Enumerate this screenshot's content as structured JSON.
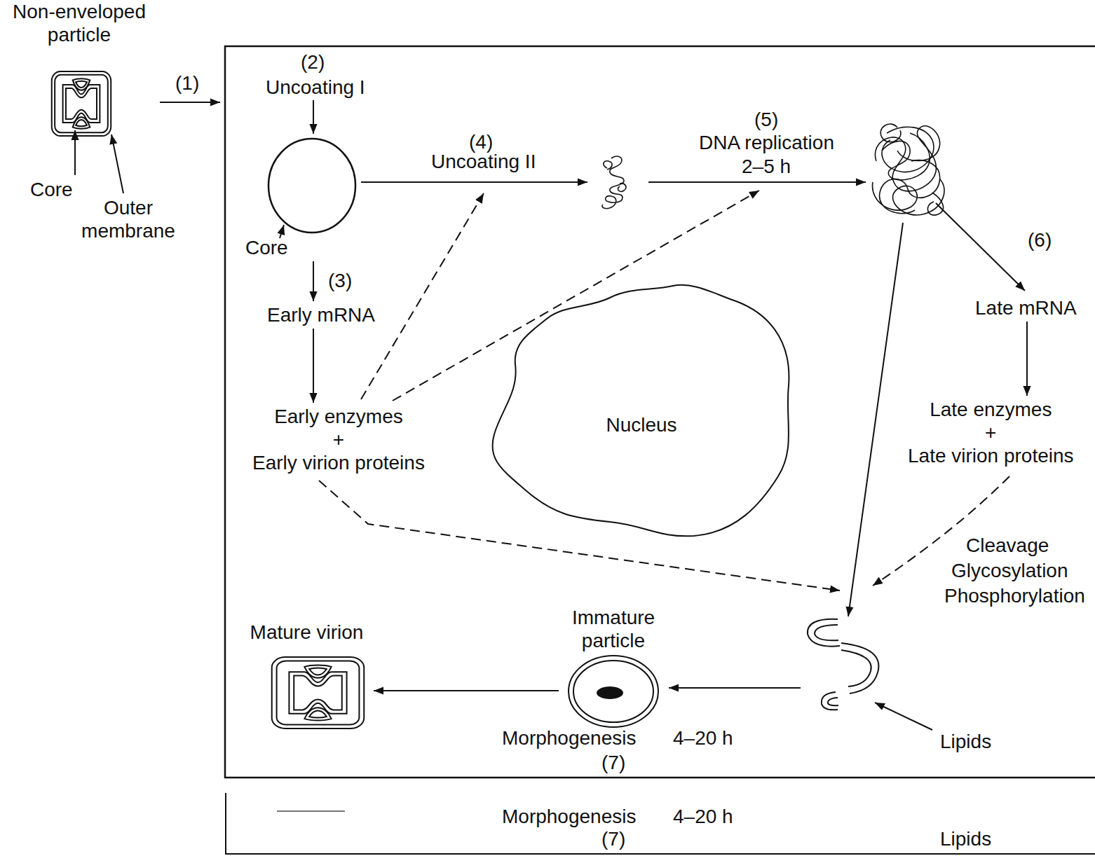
{
  "diagram": {
    "nodes": [
      {
        "text": [
          "Non-enveloped particle"
        ]
      },
      {
        "text": [
          "Core"
        ]
      },
      {
        "text": [
          "Early mRNA"
        ]
      },
      {
        "text": [
          "Early enzymes",
          "+",
          "Early virion proteins"
        ]
      },
      {
        "text": [
          "Nucleus"
        ]
      },
      {
        "text": [
          "Late mRNA"
        ]
      },
      {
        "text": [
          "Late enzymes",
          "+",
          "Late virion proteins"
        ]
      },
      {
        "text": [
          "Immature particle"
        ]
      },
      {
        "text": [
          "Mature virion"
        ]
      }
    ],
    "edges": [
      {
        "from": 1,
        "to": 2,
        "arrow": "to",
        "label": "(3)"
      },
      {
        "from": 2,
        "to": 3,
        "arrow": "to"
      },
      {
        "from": 5,
        "to": 6,
        "arrow": "to"
      },
      {
        "from": 7,
        "to": 8,
        "arrow": "to"
      }
    ],
    "labels": [
      "(1)",
      "Core",
      "Outer membrane",
      "(2)",
      "Uncoating I",
      "(4)",
      "Uncoating II",
      "(5)",
      "DNA replication",
      "2–5 h",
      "(6)",
      "Cleavage",
      "Glycosylation",
      "Phosphorylation",
      "Lipids",
      "Morphogenesis",
      "4–20 h",
      "(7)",
      "Morphogenesis",
      "4–20 h",
      "(7)",
      "Lipids"
    ]
  }
}
